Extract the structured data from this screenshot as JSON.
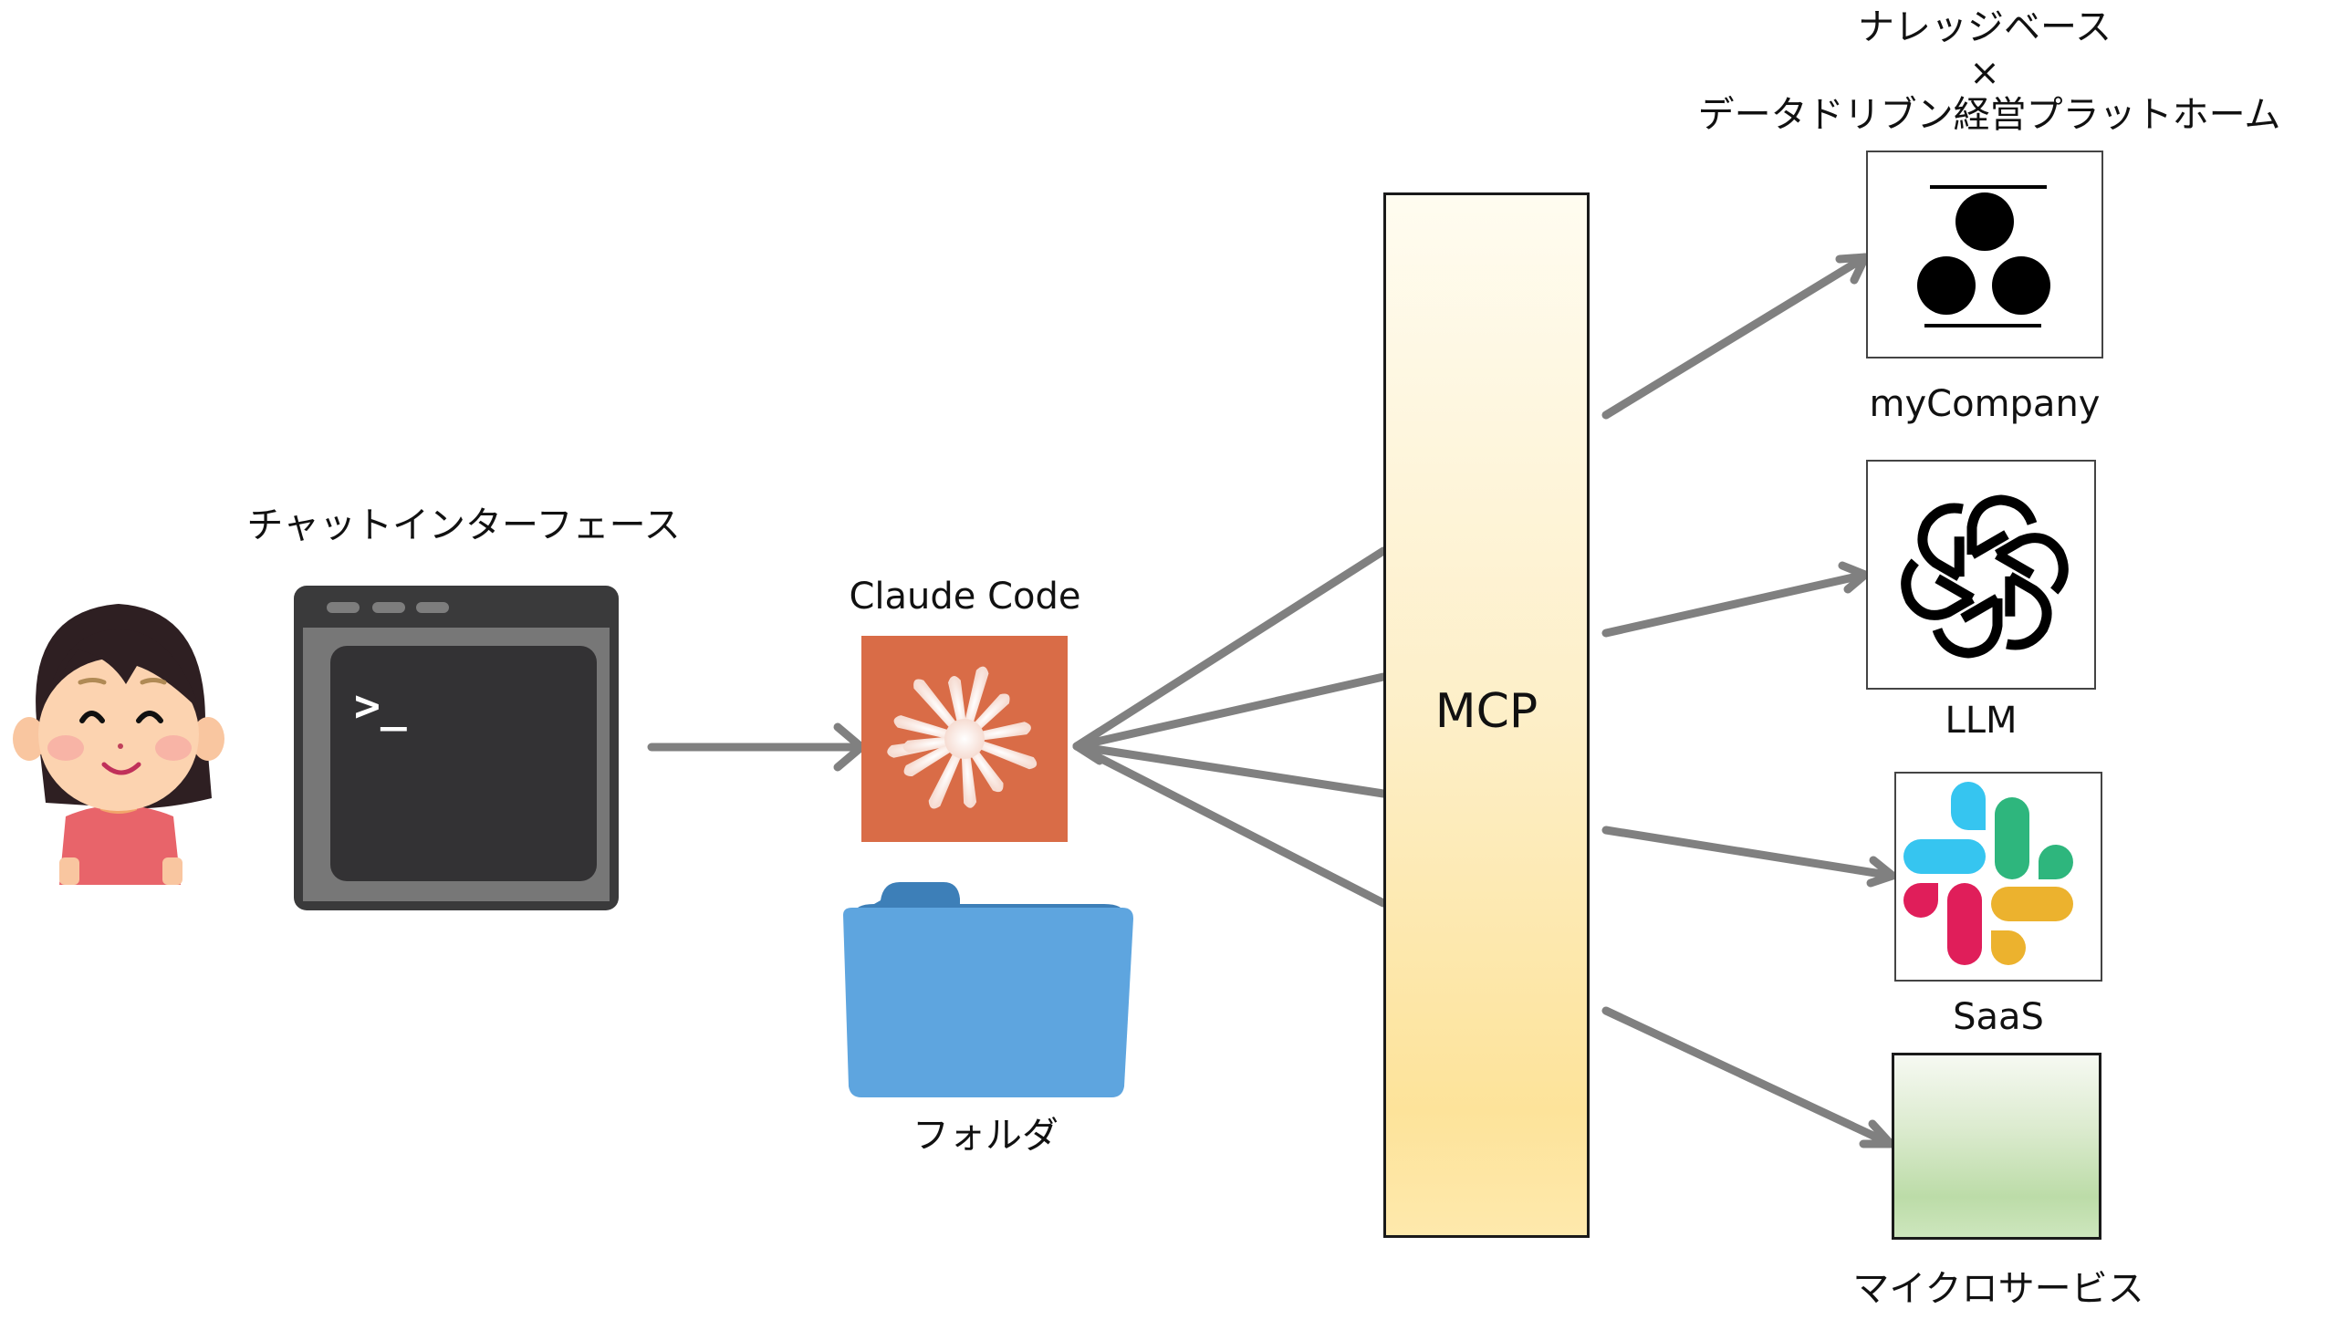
{
  "diagram": {
    "user": {
      "icon": "smiling-girl-icon"
    },
    "chat_interface": {
      "label": "チャットインターフェース",
      "prompt_glyph": ">_",
      "icon": "terminal-window-icon"
    },
    "claude_code": {
      "label": "Claude Code",
      "icon": "claude-starburst-icon",
      "color": "#d96c47"
    },
    "folder": {
      "label": "フォルダ",
      "icon": "folder-icon",
      "color": "#5fa3dc"
    },
    "mcp": {
      "label": "MCP",
      "gradient": [
        "#fffcf0",
        "#fde39a"
      ]
    },
    "targets": [
      {
        "id": "mycompany",
        "label": "myCompany",
        "icon": "mycompany-logo-icon",
        "heading": [
          "ナレッジベース",
          "×",
          "データドリブン経営プラットホーム"
        ]
      },
      {
        "id": "llm",
        "label": "LLM",
        "icon": "openai-logo-icon"
      },
      {
        "id": "saas",
        "label": "SaaS",
        "icon": "slack-logo-icon",
        "colors": {
          "blue": "#36c5f0",
          "green": "#2eb67d",
          "red": "#e01e5a",
          "yellow": "#ecb22e"
        }
      },
      {
        "id": "microservices",
        "label": "マイクロサービス",
        "icon": "microservice-box-icon"
      }
    ],
    "connections": [
      {
        "from": "chat_interface",
        "to": "claude_code",
        "arrow": "end"
      },
      {
        "from": "mcp",
        "to": "claude_code",
        "arrow": "end",
        "count": 4
      },
      {
        "from": "mcp",
        "to": "mycompany",
        "arrow": "end"
      },
      {
        "from": "mcp",
        "to": "llm",
        "arrow": "end"
      },
      {
        "from": "mcp",
        "to": "saas",
        "arrow": "end"
      },
      {
        "from": "mcp",
        "to": "microservices",
        "arrow": "end"
      }
    ],
    "arrow_color": "#808080"
  }
}
